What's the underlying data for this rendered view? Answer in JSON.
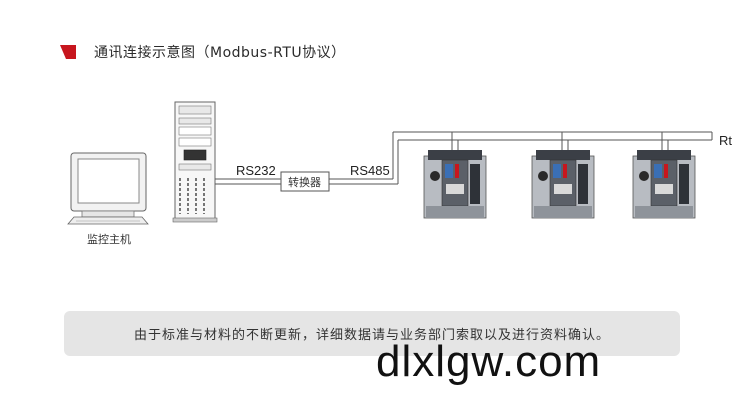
{
  "title": "通讯连接示意图（Modbus-RTU协议）",
  "labels": {
    "monitor": "监控主机",
    "rs232": "RS232",
    "converter": "转换器",
    "rs485": "RS485",
    "terminator": "Rt"
  },
  "note": "由于标准与材料的不断更新，详细数据请与业务部门索取以及进行资料确认。",
  "watermark": "dlxlgw.com",
  "colors": {
    "accent": "#c7161e",
    "line": "#555555",
    "note_bg": "#e5e5e5"
  }
}
